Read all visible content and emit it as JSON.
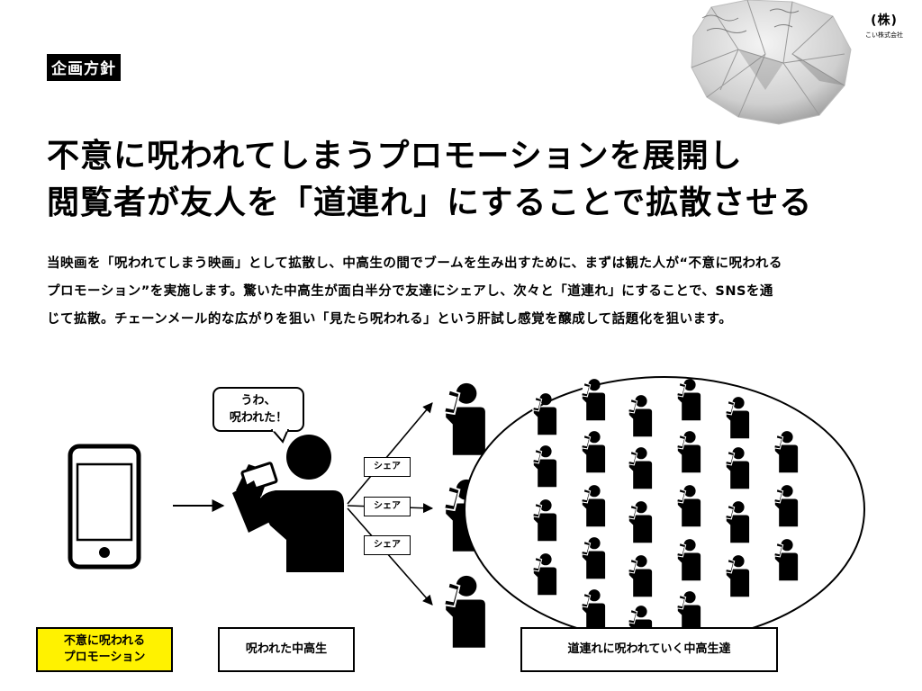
{
  "section_tag": "企画方針",
  "headline": [
    "不意に呪われてしまうプロモーションを展開し",
    "閲覧者が友人を「道連れ」にすることで拡散させる"
  ],
  "body": [
    "当映画を「呪われてしまう映画」として拡散し、中高生の間でブームを生み出すために、まずは観た人が“不意に呪われる",
    "プロモーション”を実施します。驚いた中高生が面白半分で友達にシェアし、次々と「道連れ」にすることで、SNSを通",
    "じて拡散。チェーンメール的な広がりを狙い「見たら呪われる」という肝試し感覚を醸成して話題化を狙います。"
  ],
  "logo": {
    "mark": "(株)",
    "sub": "こい株式会社"
  },
  "paper_image": {
    "icon": "crumpled-paper-note"
  },
  "diagram": {
    "speech_bubble": [
      "うわ、",
      "呪われた！"
    ],
    "share_labels": [
      "シェア",
      "シェア",
      "シェア"
    ],
    "labels": {
      "promotion": [
        "不意に呪われる",
        "プロモーション"
      ],
      "cursed_student": "呪われた中高生",
      "followers": "道連れに呪われていく中高生達"
    },
    "colors": {
      "promotion_bg": "#fff200",
      "ink": "#000000"
    }
  }
}
